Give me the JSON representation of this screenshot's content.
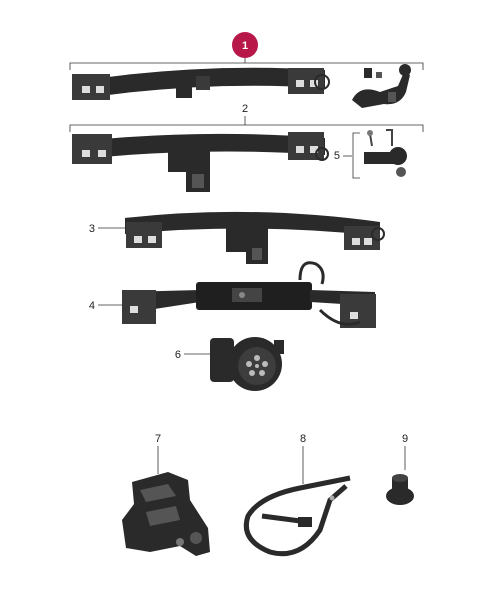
{
  "callouts": {
    "c1": "1",
    "c2": "2",
    "c3": "3",
    "c4": "4",
    "c5": "5",
    "c6": "6",
    "c7": "7",
    "c8": "8",
    "c9": "9"
  },
  "colors": {
    "highlight": "#b8174a",
    "part": "#2a2a2a",
    "line": "#333333"
  }
}
